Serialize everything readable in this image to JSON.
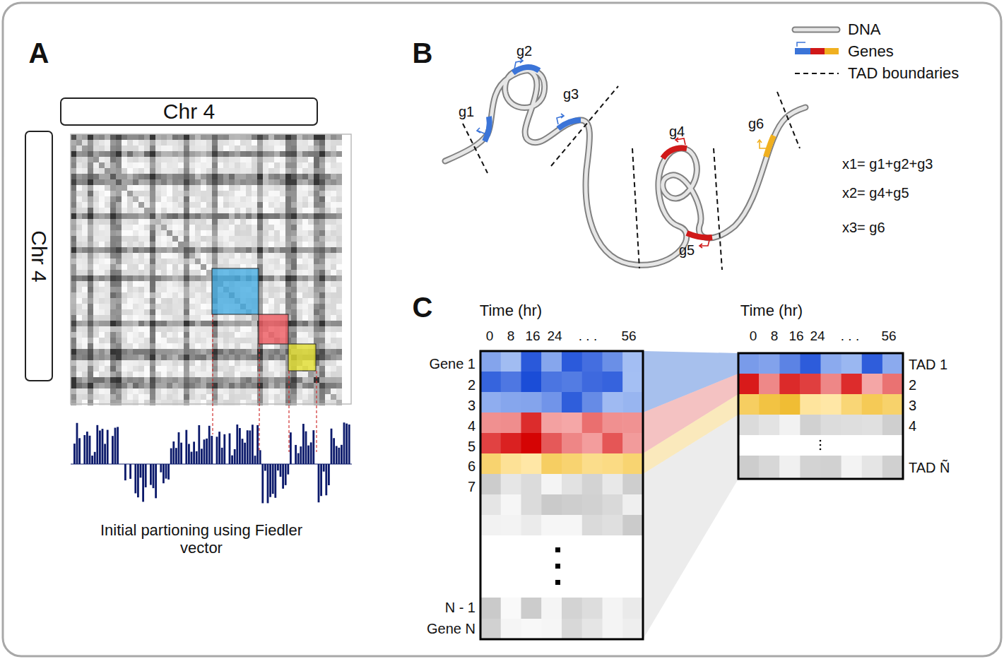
{
  "diagram": {
    "nodes": [
      {
        "text": [
          "Chr 4"
        ]
      },
      {
        "text": [
          "Chr 4"
        ]
      }
    ],
    "labels": [
      "A",
      "Initial partioning using Fiedler vector",
      "B",
      "g1",
      "g2",
      "g3",
      "g4",
      "g5",
      "g6",
      "x1= g1+g2+g3",
      "x2= g4+g5",
      "x3= g6",
      "C",
      "Time (hr)",
      "0",
      "8",
      "16",
      "24",
      ". . .",
      "56",
      "Time (hr)",
      "0",
      "8",
      "16",
      "24",
      ". . .",
      "56",
      "Gene 1",
      "2",
      "3",
      "4",
      "5",
      "6",
      "7",
      "N - 1",
      "Gene N",
      "TAD 1",
      "2",
      "3",
      "4",
      "TAD Ñ"
    ],
    "legend": [
      {
        "text": "DNA"
      },
      {
        "text": "Genes"
      },
      {
        "text": "TAD boundaries"
      }
    ]
  }
}
